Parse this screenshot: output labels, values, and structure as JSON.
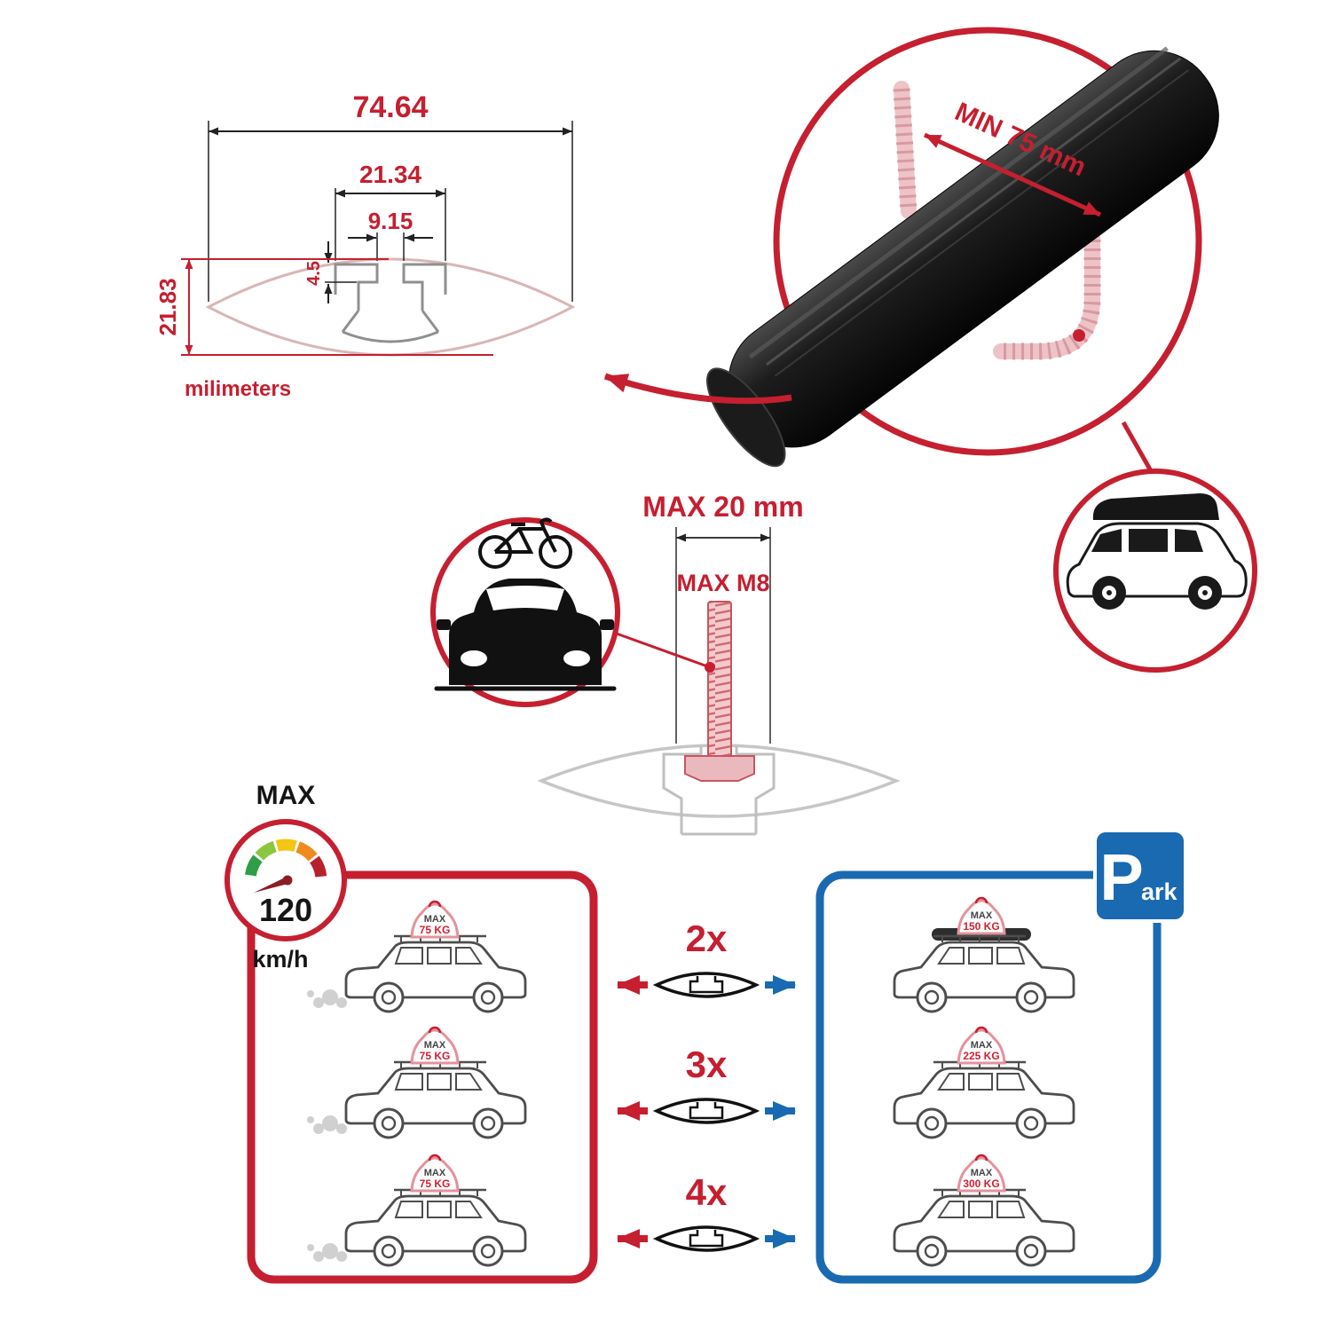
{
  "colors": {
    "accent_red": "#c51f30",
    "accent_blue": "#1a6ab1",
    "bar_black": "#111111",
    "clamp_pink": "#eec3c7",
    "profile_gray": "#c6c6c6"
  },
  "dimensions": {
    "total_width": "74.64",
    "channel_width": "21.34",
    "slot_width": "9.15",
    "slot_depth": "4.5",
    "total_height": "21.83",
    "unit_label": "milimeters"
  },
  "bar": {
    "min_span_label": "MIN 75 mm"
  },
  "bolt": {
    "max_width_label": "MAX 20 mm",
    "max_thread_label": "MAX M8"
  },
  "speed": {
    "label": "MAX",
    "value": "120",
    "unit": "km/h"
  },
  "park_sign": {
    "letter": "P",
    "rest": "ark"
  },
  "comparison": {
    "rows": [
      {
        "count": "2x",
        "moving": {
          "label": "MAX",
          "value": "75 KG"
        },
        "parked": {
          "label": "MAX",
          "value": "150 KG"
        }
      },
      {
        "count": "3x",
        "moving": {
          "label": "MAX",
          "value": "75 KG"
        },
        "parked": {
          "label": "MAX",
          "value": "225 KG"
        }
      },
      {
        "count": "4x",
        "moving": {
          "label": "MAX",
          "value": "75 KG"
        },
        "parked": {
          "label": "MAX",
          "value": "300 KG"
        }
      }
    ]
  }
}
